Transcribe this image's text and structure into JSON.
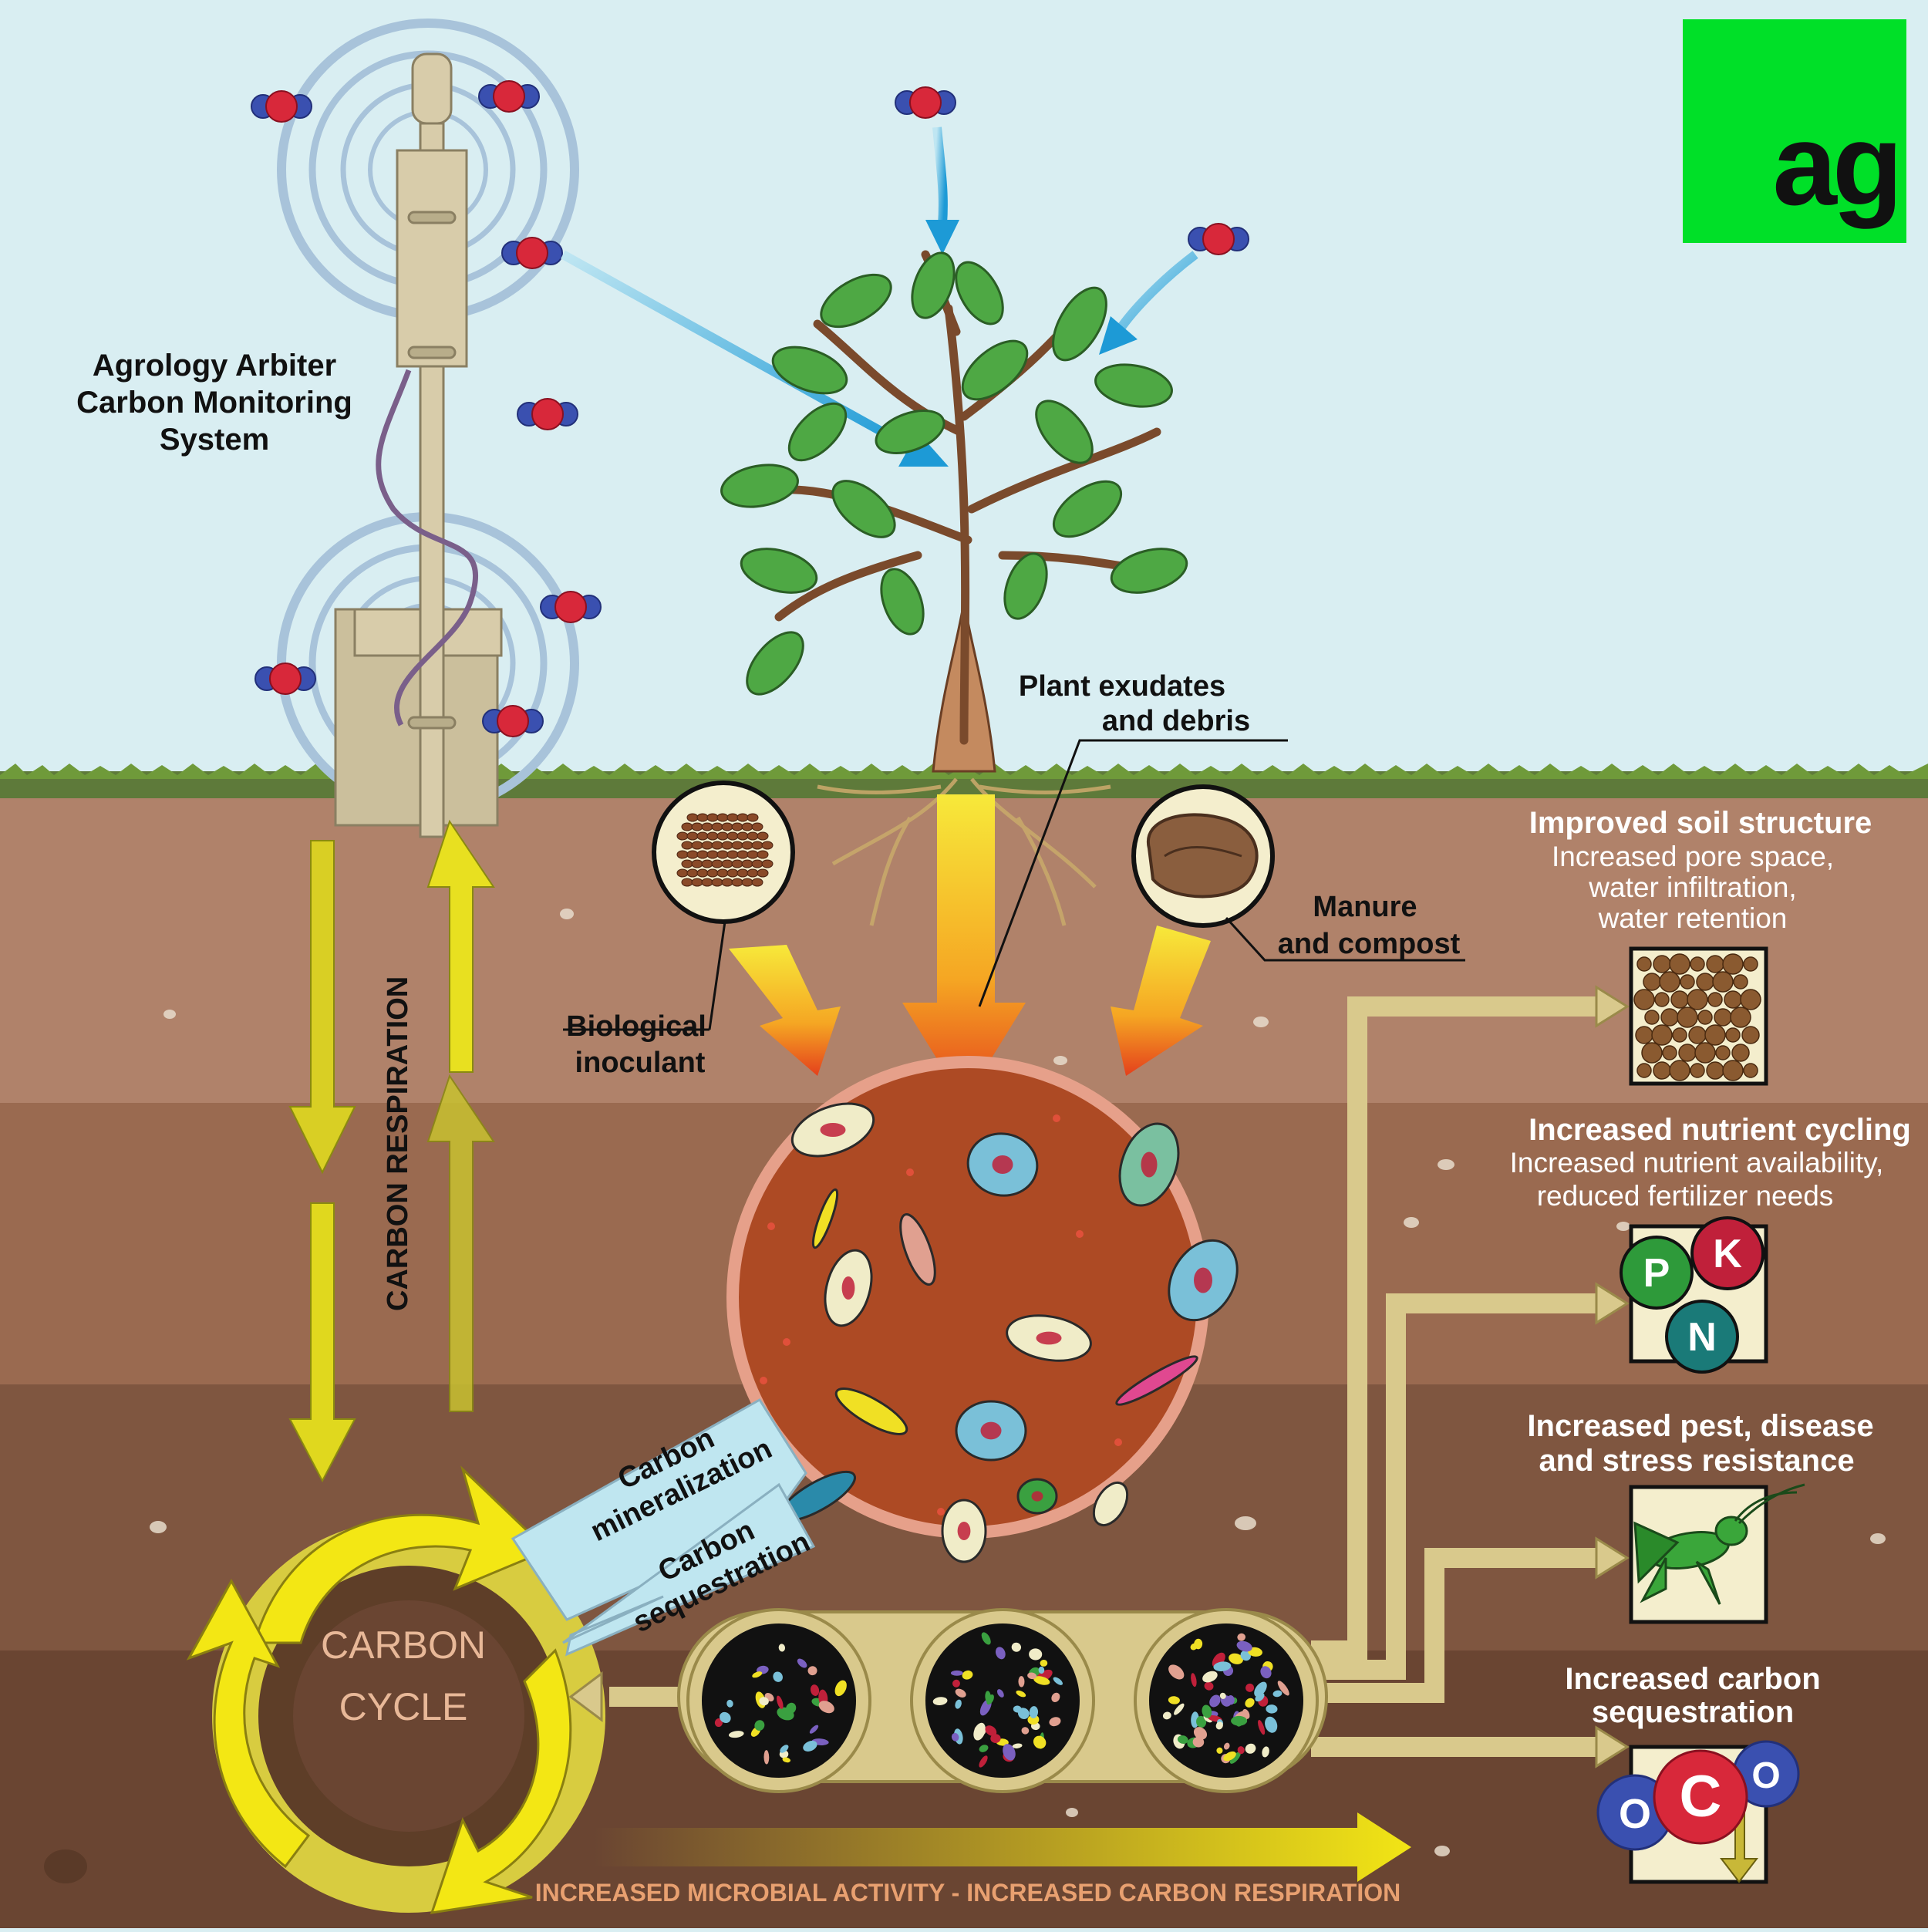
{
  "logo": {
    "text": "ag",
    "bg": "#00e028"
  },
  "labels": {
    "monitor_line1": "Agrology Arbiter",
    "monitor_line2": "Carbon Monitoring",
    "monitor_line3": "System",
    "exudates_line1": "Plant exudates",
    "exudates_line2": "and debris",
    "manure_line1": "Manure",
    "manure_line2": "and compost",
    "inoculant_line1": "Biological",
    "inoculant_line2": "inoculant",
    "respiration": "CARBON RESPIRATION",
    "cycle_line1": "CARBON",
    "cycle_line2": "CYCLE",
    "mineralization_line1": "Carbon",
    "mineralization_line2": "mineralization",
    "sequestration_line1": "Carbon",
    "sequestration_line2": "sequestration",
    "bottom_banner": "INCREASED MICROBIAL ACTIVITY - INCREASED CARBON RESPIRATION"
  },
  "benefits": [
    {
      "title": "Improved soil structure",
      "lines": [
        "Increased pore space,",
        "water infiltration,",
        "water retention"
      ]
    },
    {
      "title": "Increased nutrient cycling",
      "lines": [
        "Increased nutrient availability,",
        "reduced fertilizer needs"
      ]
    },
    {
      "title": "Increased pest, disease",
      "lines": [
        "and stress resistance"
      ]
    },
    {
      "title": "Increased carbon",
      "lines": [
        "sequestration"
      ]
    }
  ],
  "nutrients": [
    "P",
    "K",
    "N"
  ],
  "molecule": {
    "left": "O",
    "center": "C",
    "right": "O"
  },
  "colors": {
    "sky": "#d9eef2",
    "soil1": "#b0826a",
    "soil2": "#9a6a50",
    "soil3": "#7f5640",
    "soil4": "#6a4532",
    "yellow_arrow": "#e8dc14",
    "pipe": "#d9c98c",
    "leaf": "#4ea844"
  }
}
